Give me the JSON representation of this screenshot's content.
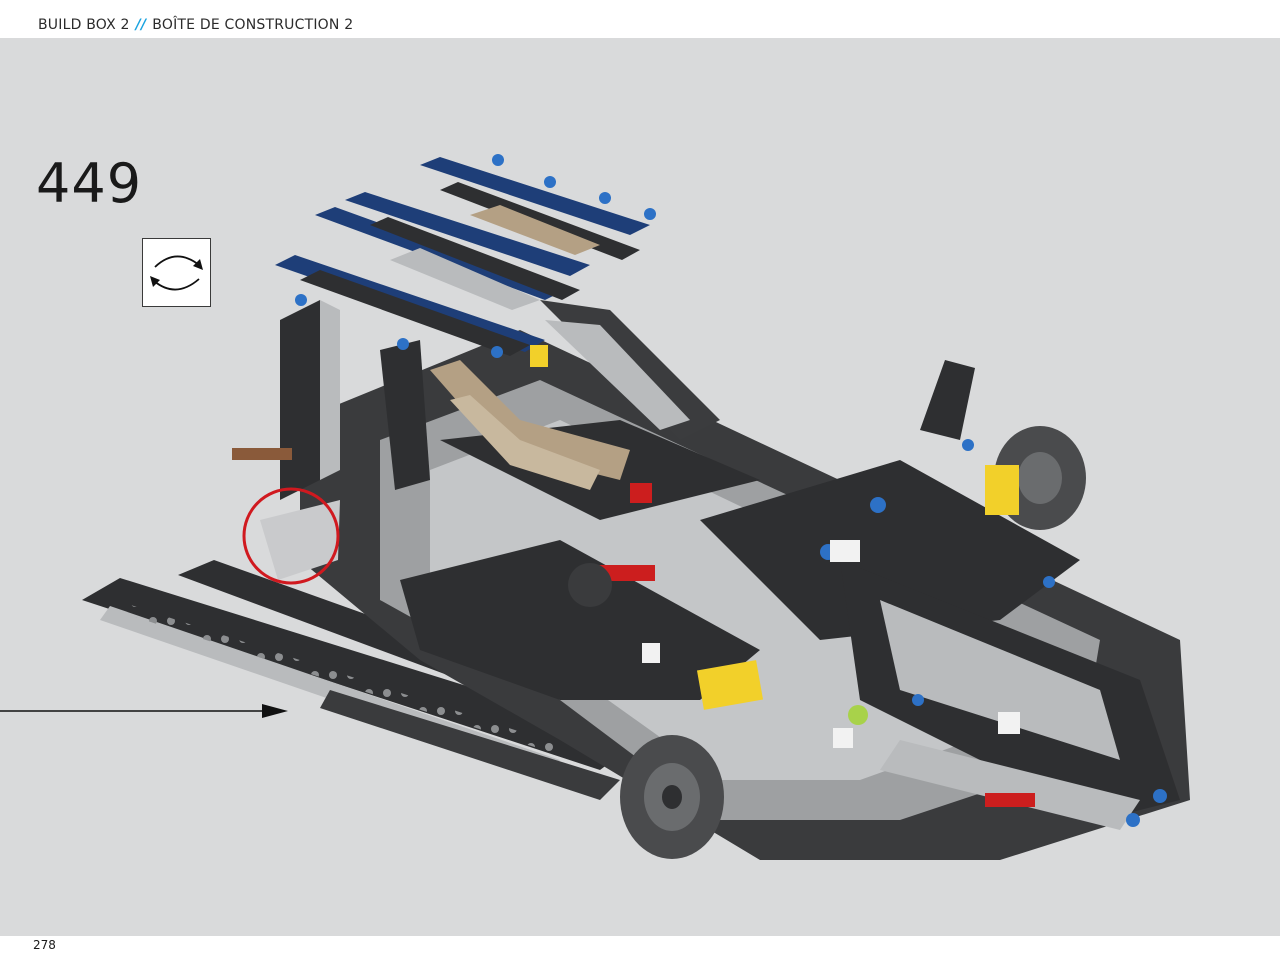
{
  "header": {
    "left": "BUILD BOX 2",
    "separator": "//",
    "right": "BOÎTE DE CONSTRUCTION 2"
  },
  "step": {
    "number": "449"
  },
  "icons": {
    "rotate": "rotate-model-icon",
    "callout": "callout-circle-icon",
    "pointer": "pointer-arrow-icon"
  },
  "colors": {
    "background": "#d9dadb",
    "accent": "#1aa3e0",
    "callout": "#d0191f",
    "beam_black": "#2e2f31",
    "beam_gray": "#b9bbbd",
    "beam_blue": "#1e3e78",
    "beam_tan": "#b4a084",
    "pin_blue": "#2d71c6",
    "part_yellow": "#f2d02a",
    "part_red": "#cc1e1e"
  },
  "footer": {
    "page_number": "278"
  }
}
